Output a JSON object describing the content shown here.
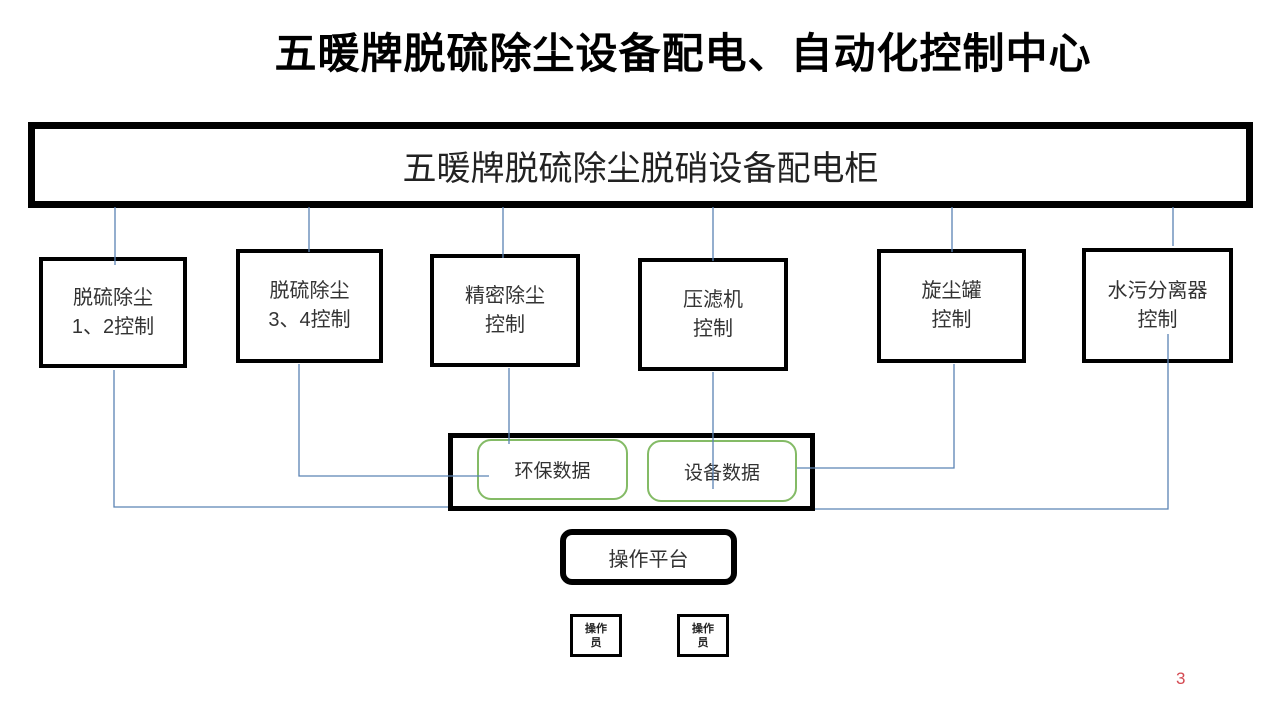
{
  "page": {
    "title": "五暖牌脱硫除尘设备配电、自动化控制中心",
    "page_number": "3"
  },
  "main_cabinet": {
    "label": "五暖牌脱硫除尘脱硝设备配电柜"
  },
  "control_boxes": [
    {
      "name": "desulfurization-1-2",
      "line1": "脱硫除尘",
      "line2": "1、2控制"
    },
    {
      "name": "desulfurization-3-4",
      "line1": "脱硫除尘",
      "line2": "3、4控制"
    },
    {
      "name": "precision-dust",
      "line1": "精密除尘",
      "line2": "控制"
    },
    {
      "name": "filter-press",
      "line1": "压滤机",
      "line2": "控制"
    },
    {
      "name": "cyclone-tank",
      "line1": "旋尘罐",
      "line2": "控制"
    },
    {
      "name": "water-separator",
      "line1": "水污分离器",
      "line2": "控制"
    }
  ],
  "data_hub": {
    "env_data_label": "环保数据",
    "device_data_label": "设备数据"
  },
  "platform": {
    "label": "操作平台"
  },
  "operators": [
    {
      "line1": "操作",
      "line2": "员"
    },
    {
      "line1": "操作",
      "line2": "员"
    }
  ],
  "colors": {
    "connector": "#5b83b4",
    "green-border": "#84bb66",
    "page-number": "#d44a52",
    "box-border": "#000000"
  }
}
